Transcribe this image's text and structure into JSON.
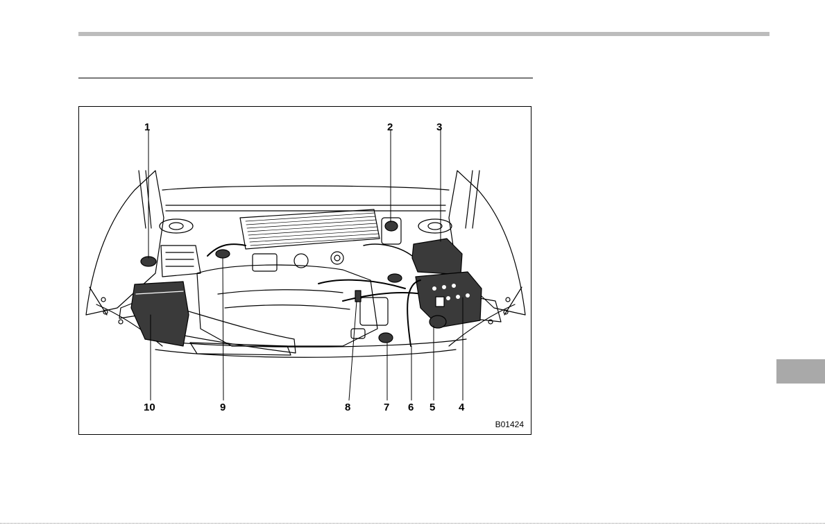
{
  "figure": {
    "code": "B01424",
    "callouts": [
      {
        "id": "1",
        "label": "1"
      },
      {
        "id": "2",
        "label": "2"
      },
      {
        "id": "3",
        "label": "3"
      },
      {
        "id": "4",
        "label": "4"
      },
      {
        "id": "5",
        "label": "5"
      },
      {
        "id": "6",
        "label": "6"
      },
      {
        "id": "7",
        "label": "7"
      },
      {
        "id": "8",
        "label": "8"
      },
      {
        "id": "9",
        "label": "9"
      },
      {
        "id": "10",
        "label": "10"
      }
    ]
  },
  "colors": {
    "top_rule": "#bcbcbc",
    "tab_marker": "#a9a9a9",
    "part_fill": "#3a3a3a"
  }
}
